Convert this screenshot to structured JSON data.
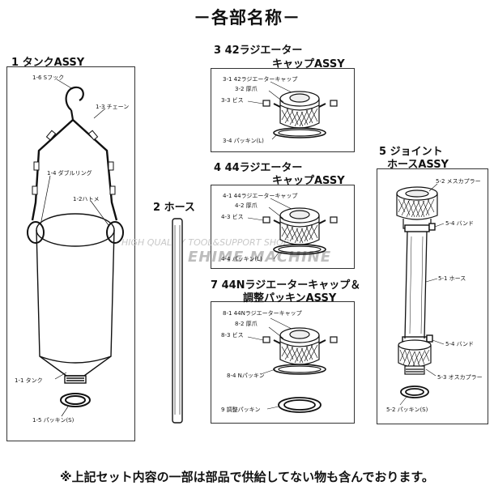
{
  "title": "－各部名称－",
  "sections": {
    "s1": "1  タンクASSY",
    "s2": "2  ホース",
    "s3a": "3  42ラジエーター",
    "s3b": "キャップASSY",
    "s4a": "4  44ラジエーター",
    "s4b": "キャップASSY",
    "s5a": "5  ジョイント",
    "s5b": "ホースASSY",
    "s7a": "7  44Nラジエーターキャップ＆",
    "s7b": "調整パッキンASSY"
  },
  "labels": {
    "l1_6": "1-6  Sフック",
    "l1_3": "1-3  チェーン",
    "l1_4": "1-4  ダブルリング",
    "l1_2": "1-2ハトメ",
    "l1_1": "1-1  タンク",
    "l1_5": "1-5  パッキン(S)",
    "l3_1": "3-1  42ラジエーターキャップ",
    "l3_2": "3-2  厚爪",
    "l3_3": "3-3  ビス",
    "l3_4": "3-4  パッキン(L)",
    "l4_1": "4-1  44ラジエーターキャップ",
    "l4_2": "4-2  厚爪",
    "l4_3": "4-3  ビス",
    "l4_4": "4-4  パッキン(L)",
    "l8_1": "8-1  44Nラジエーターキャップ",
    "l8_2": "8-2  厚爪",
    "l8_3": "8-3  ビス",
    "l8_4": "8-4  Nパッキン",
    "l9": "9  調整パッキン",
    "l5_2a": "5-2  メスカプラー",
    "l5_4a": "5-4  バンド",
    "l5_1": "5-1  ホース",
    "l5_4b": "5-4  バンド",
    "l5_3": "5-3  オスカプラー",
    "l5_2b": "5-2  パッキン(S)"
  },
  "watermark": {
    "tagline": "HIGH QUALITY TOOL&SUPPORT SHOP",
    "brand": "EHIME MACHINE"
  },
  "footnote": "※上記セット内容の一部は部品で供給してない物も含んでおります。",
  "colors": {
    "line": "#111111",
    "box": "#333333",
    "watermark": "#c0c0c0"
  }
}
